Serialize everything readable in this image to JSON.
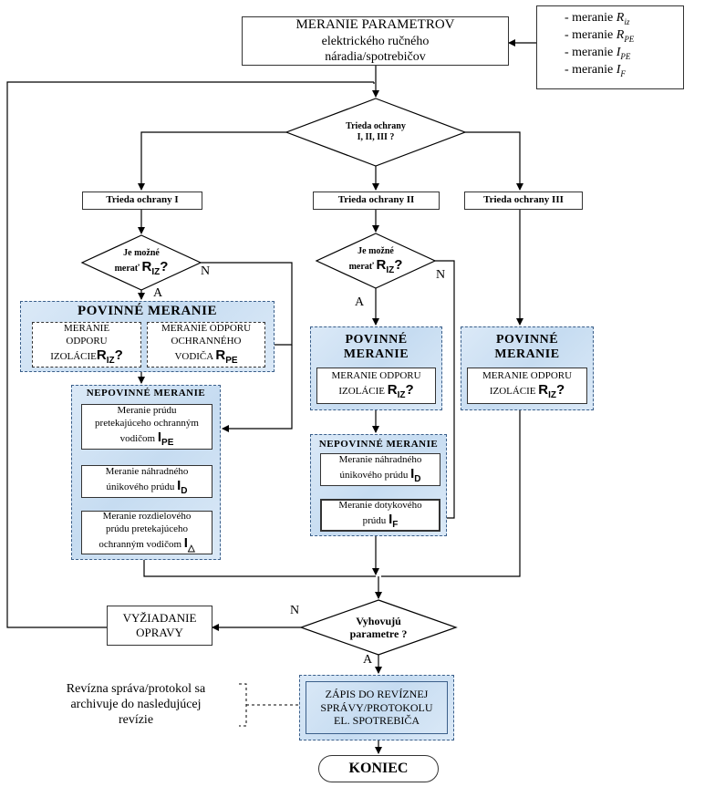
{
  "start": {
    "line1": "MERANIE PARAMETROV",
    "line2": "elektrického ručného",
    "line3": "náradia/spotrebičov"
  },
  "legend": [
    {
      "prefix": "- meranie ",
      "var": "R",
      "sub": "iz"
    },
    {
      "prefix": "- meranie ",
      "var": "R",
      "sub": "PE"
    },
    {
      "prefix": "- meranie ",
      "var": "I",
      "sub": "PE"
    },
    {
      "prefix": "- meranie ",
      "var": "I",
      "sub": "F"
    }
  ],
  "decision_class": {
    "line1": "Trieda ochrany",
    "line2": "I, II, III ?"
  },
  "class1": "Trieda ochrany I",
  "class2": "Trieda ochrany II",
  "class3": "Trieda ochrany III",
  "dec_riz": {
    "line1": "Je možné",
    "line2": "merať",
    "sym": "R",
    "sub": "IZ",
    "q": "?"
  },
  "labels": {
    "yes": "A",
    "no": "N"
  },
  "mandatory": {
    "title": "POVINNÉ MERANIE",
    "title_l1": "POVINNÉ",
    "title_l2": "MERANIE"
  },
  "m1_riz": {
    "l1": "MERANIE",
    "l2": "ODPORU",
    "l3": "IZOLÁCIE"
  },
  "m1_rpe": {
    "l1": "MERANIE ODPORU",
    "l2": "OCHRANNÉHO",
    "l3": "VODIČA"
  },
  "m_riz": {
    "l1": "MERANIE ODPORU",
    "l2": "IZOLÁCIE"
  },
  "optional": {
    "title": "NEPOVINNÉ MERANIE"
  },
  "o1_ipe": {
    "l1": "Meranie prúdu",
    "l2": "pretekajúceho ochranným",
    "l3": "vodičom"
  },
  "o1_id": {
    "l1": "Meranie náhradného",
    "l2": "únikového prúdu"
  },
  "o1_idelta": {
    "l1": "Meranie rozdielového",
    "l2": "prúdu pretekajúceho",
    "l3": "ochranným vodičom"
  },
  "o2_id": {
    "l1": "Meranie náhradného",
    "l2": "únikového prúdu"
  },
  "o2_if": {
    "l1": "Meranie dotykového",
    "l2": "prúdu"
  },
  "repair": {
    "l1": "VYŽIADANIE",
    "l2": "OPRAVY"
  },
  "dec_ok": {
    "l1": "Vyhovujú",
    "l2": "parametre ?"
  },
  "record": {
    "l1": "ZÁPIS DO REVÍZNEJ",
    "l2": "SPRÁVY/PROTOKOLU",
    "l3": "EL. SPOTREBIČA"
  },
  "note": {
    "l1": "Revízna správa/protokol sa",
    "l2": "archivuje do nasledujúcej",
    "l3": "revízie"
  },
  "end": "KONIEC",
  "symbols": {
    "R": "R",
    "I": "I",
    "IZ": "IZ",
    "PE": "PE",
    "D": "D",
    "F": "F",
    "delta": "△",
    "q": "?"
  }
}
